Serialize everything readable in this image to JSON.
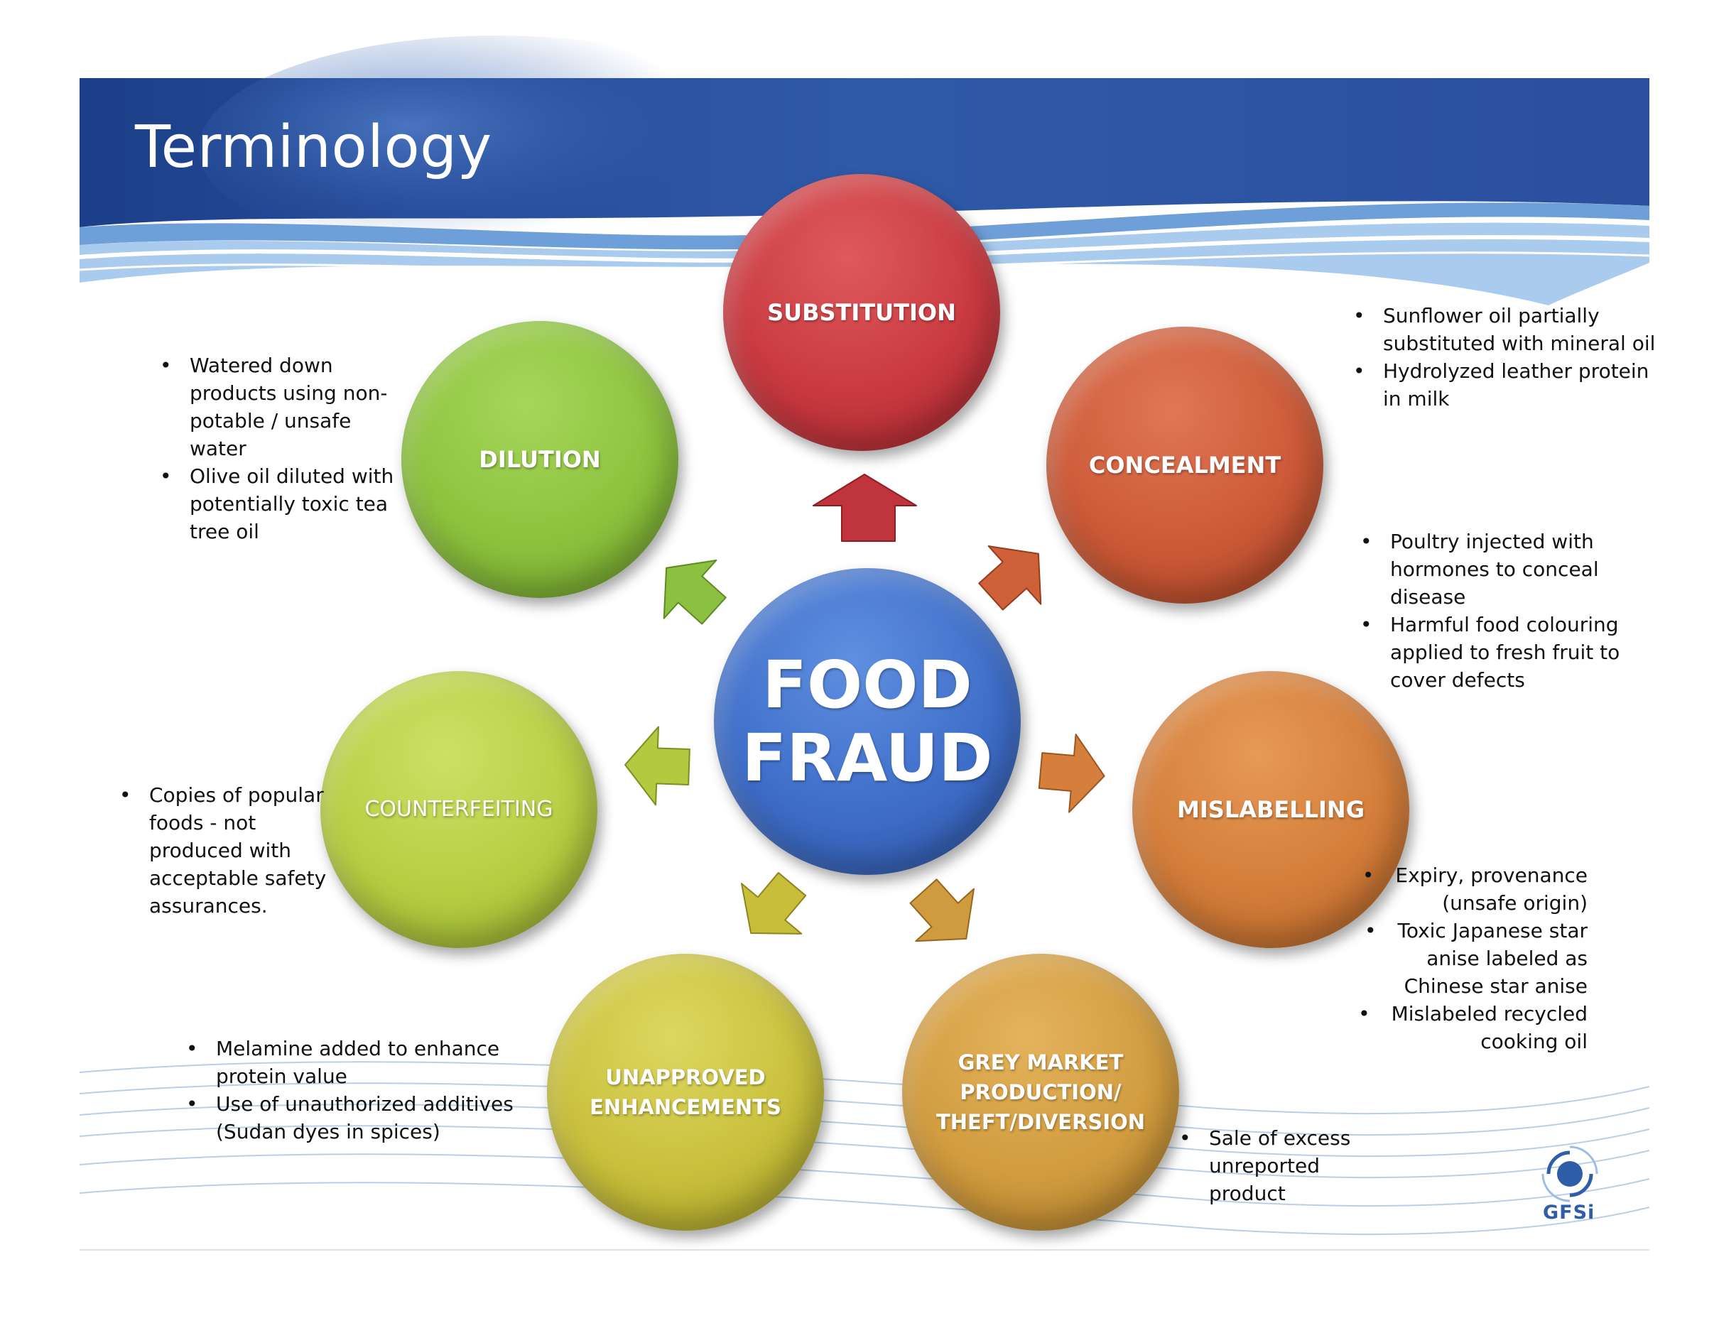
{
  "title": "Terminology",
  "center": {
    "label": "FOOD\nFRAUD"
  },
  "categories": [
    {
      "key": "substitution",
      "label": "SUBSTITUTION",
      "color": "#c93a40",
      "notes": [
        "Sunflower oil partially substituted with mineral oil",
        "Hydrolyzed leather protein in milk"
      ]
    },
    {
      "key": "concealment",
      "label": "CONCEALMENT",
      "color": "#cc5a38",
      "notes": [
        "Poultry injected with hormones to conceal disease",
        "Harmful food colouring applied to fresh fruit to cover defects"
      ]
    },
    {
      "key": "mislabelling",
      "label": "MISLABELLING",
      "color": "#d47d3a",
      "notes": [
        "Expiry, provenance (unsafe origin)",
        "Toxic Japanese star anise labeled as Chinese star anise",
        "Mislabeled recycled cooking oil"
      ]
    },
    {
      "key": "grey_market",
      "label": "GREY MARKET\nPRODUCTION/\nTHEFT/DIVERSION",
      "color": "#d29c3f",
      "notes": [
        "Sale of excess unreported product"
      ]
    },
    {
      "key": "unapproved",
      "label": "UNAPPROVED\nENHANCEMENTS",
      "color": "#c9c03c",
      "notes": [
        "Melamine added to enhance protein value",
        "Use of unauthorized additives (Sudan dyes in spices)"
      ]
    },
    {
      "key": "counterfeiting",
      "label": "COUNTERFEITING",
      "color": "#b7ce43",
      "notes": [
        "Copies of popular foods - not produced with acceptable safety assurances."
      ]
    },
    {
      "key": "dilution",
      "label": "DILUTION",
      "color": "#8dc23e",
      "notes": [
        "Watered down products using non-potable / unsafe water",
        "Olive oil diluted with potentially toxic tea tree oil"
      ]
    }
  ],
  "logo": {
    "text": "GFSi",
    "icon": "gfsi-logo-icon",
    "color": "#2f5da8"
  },
  "colors": {
    "header": "#2f58a6",
    "header_dark": "#1f3f8c",
    "wave": "#9cc3e8"
  }
}
